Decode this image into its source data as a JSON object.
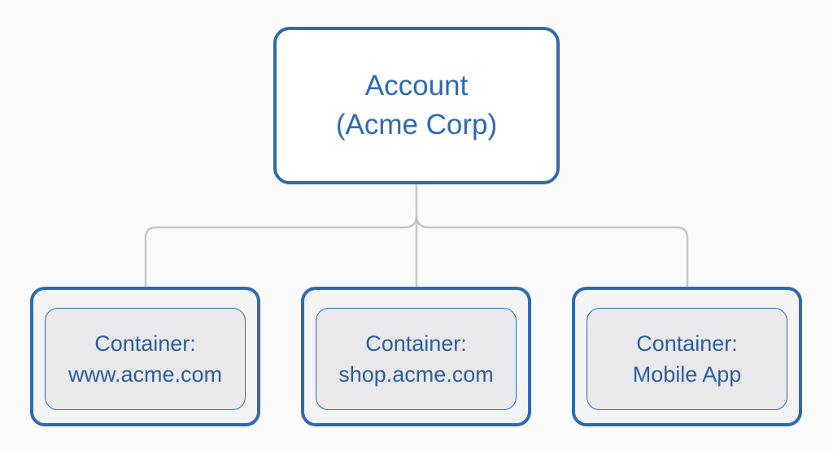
{
  "root": {
    "line1": "Account",
    "line2": "(Acme Corp)"
  },
  "containers": [
    {
      "line1": "Container:",
      "line2": "www.acme.com"
    },
    {
      "line1": "Container:",
      "line2": "shop.acme.com"
    },
    {
      "line1": "Container:",
      "line2": "Mobile App"
    }
  ],
  "colors": {
    "node_border": "#2f6aad",
    "connector": "#c6c6c8",
    "child_fill": "#e9e9eb"
  }
}
